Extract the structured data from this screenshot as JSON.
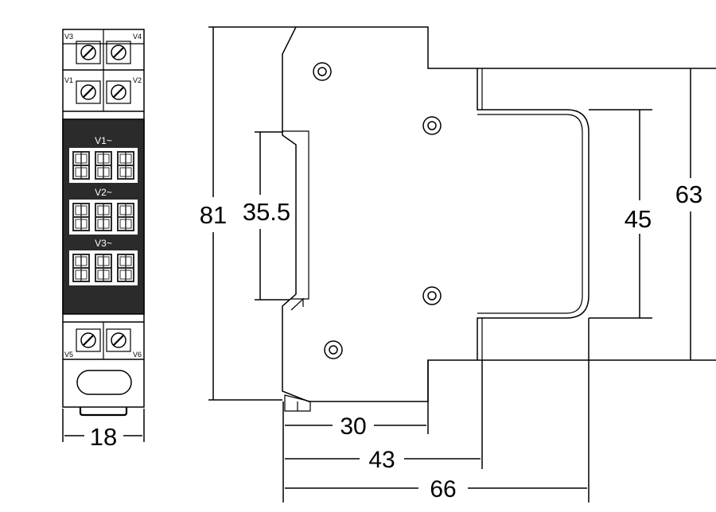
{
  "colors": {
    "line": "#000000",
    "panel": "#2b2b2b",
    "background": "#ffffff"
  },
  "front_view": {
    "terminals_top": {
      "left": "V3",
      "right": "V4"
    },
    "terminals_mid": {
      "left": "V1",
      "right": "V2"
    },
    "terminals_bottom": {
      "left": "V5",
      "right": "V6"
    },
    "displays": [
      "V1~",
      "V2~",
      "V3~"
    ],
    "width_dimension": "18"
  },
  "side_view": {
    "dimensions": {
      "total_height": "81",
      "rail_height": "35.5",
      "body_height": "63",
      "inner_height": "45",
      "depth_30": "30",
      "depth_43": "43",
      "depth_66": "66"
    }
  }
}
